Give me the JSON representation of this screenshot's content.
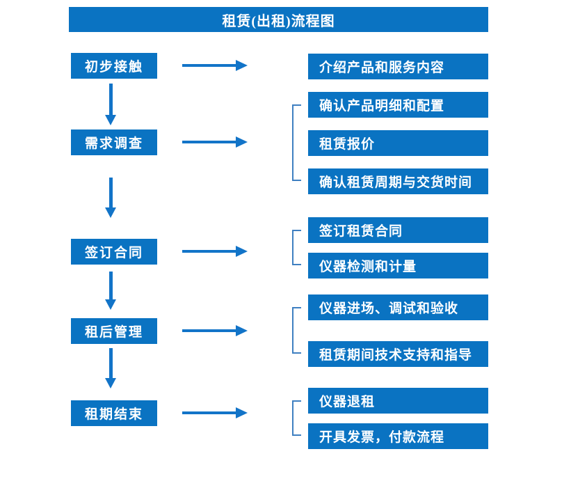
{
  "title": "租赁(出租)流程图",
  "colors": {
    "box_blue": "#0a73c2",
    "arrow_blue": "#1274c8",
    "bracket_blue": "#3e7fc1",
    "text_white": "#ffffff"
  },
  "steps": [
    {
      "label": "初步接触",
      "outputs": [
        "介绍产品和服务内容"
      ]
    },
    {
      "label": "需求调查",
      "outputs": [
        "确认产品明细和配置",
        "租赁报价",
        "确认租赁周期与交货时间"
      ]
    },
    {
      "label": "签订合同",
      "outputs": [
        "签订租赁合同",
        "仪器检测和计量"
      ]
    },
    {
      "label": "租后管理",
      "outputs": [
        "仪器进场、调试和验收",
        "租赁期间技术支持和指导"
      ]
    },
    {
      "label": "租期结束",
      "outputs": [
        "仪器退租",
        "开具发票，付款流程"
      ]
    }
  ]
}
